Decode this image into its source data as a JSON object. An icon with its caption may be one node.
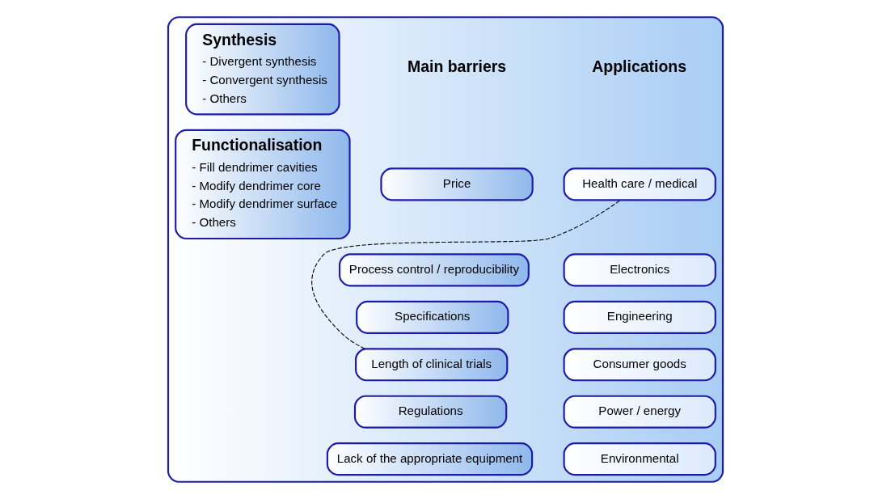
{
  "diagram": {
    "nodes": [
      {
        "text": [],
        "shape": "box"
      },
      {
        "text": [
          "Synthesis",
          "- Divergent synthesis",
          "- Convergent synthesis",
          "- Others"
        ],
        "in": 0
      },
      {
        "text": [
          "Functionalisation",
          "- Fill dendrimer cavities",
          "- Modify dendrimer core",
          "- Modify dendrimer surface",
          "- Others"
        ],
        "in": 0
      },
      {
        "text": [
          "Price"
        ],
        "in": 0
      },
      {
        "text": [
          "Process control / reproducibility"
        ],
        "in": 0
      },
      {
        "text": [
          "Specifications"
        ],
        "in": 0
      },
      {
        "text": [
          "Length of clinical trials"
        ],
        "in": 0
      },
      {
        "text": [
          "Regulations"
        ],
        "in": 0
      },
      {
        "text": [
          "Lack of the appropriate equipment"
        ],
        "in": 0
      },
      {
        "text": [
          "Health care / medical"
        ],
        "in": 0
      },
      {
        "text": [
          "Electronics"
        ],
        "in": 0
      },
      {
        "text": [
          "Engineering"
        ],
        "in": 0
      },
      {
        "text": [
          "Consumer goods"
        ],
        "in": 0
      },
      {
        "text": [
          "Power / energy"
        ],
        "in": 0
      },
      {
        "text": [
          "Environmental"
        ],
        "in": 0
      }
    ],
    "edges": [
      {
        "from": 6,
        "to": 9,
        "arrow": "none",
        "style": "dashed"
      }
    ],
    "labels": [
      "Main barriers",
      "Applications"
    ]
  }
}
